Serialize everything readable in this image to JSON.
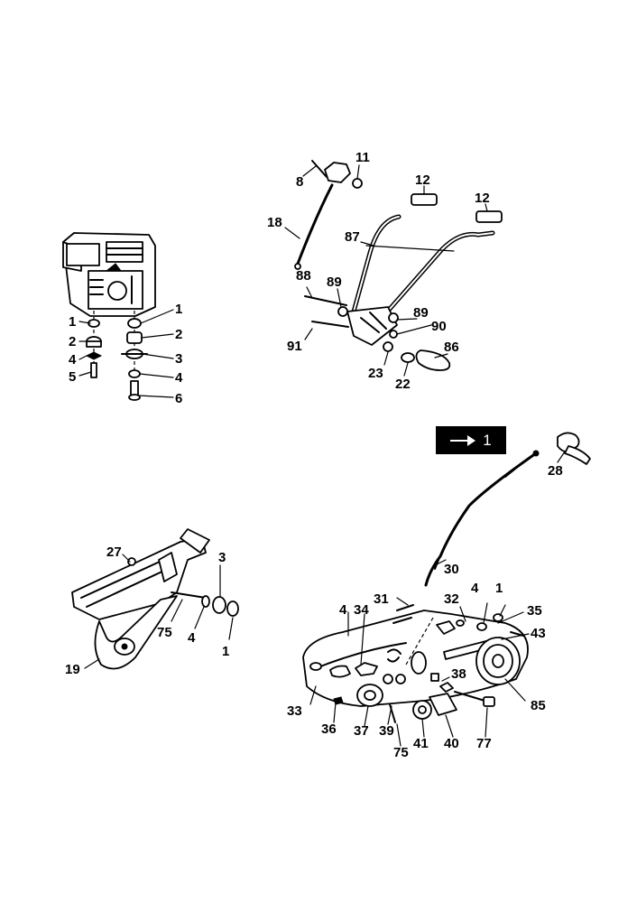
{
  "nav": {
    "arrow_label": "1"
  },
  "engine_group": {
    "callouts": [
      "1",
      "2",
      "4",
      "5",
      "1",
      "2",
      "3",
      "4",
      "6"
    ]
  },
  "handle_group": {
    "callouts": [
      "11",
      "8",
      "12",
      "12",
      "18",
      "87",
      "88",
      "89",
      "89",
      "90",
      "91",
      "86",
      "23",
      "22"
    ]
  },
  "frame_group": {
    "callouts": [
      "27",
      "3",
      "75",
      "4",
      "1",
      "19"
    ]
  },
  "clutch_group": {
    "callouts": [
      "28",
      "30",
      "31",
      "32",
      "4",
      "1",
      "35",
      "4",
      "34",
      "43",
      "38",
      "33",
      "85",
      "36",
      "37",
      "39",
      "41",
      "40",
      "77",
      "75"
    ]
  }
}
